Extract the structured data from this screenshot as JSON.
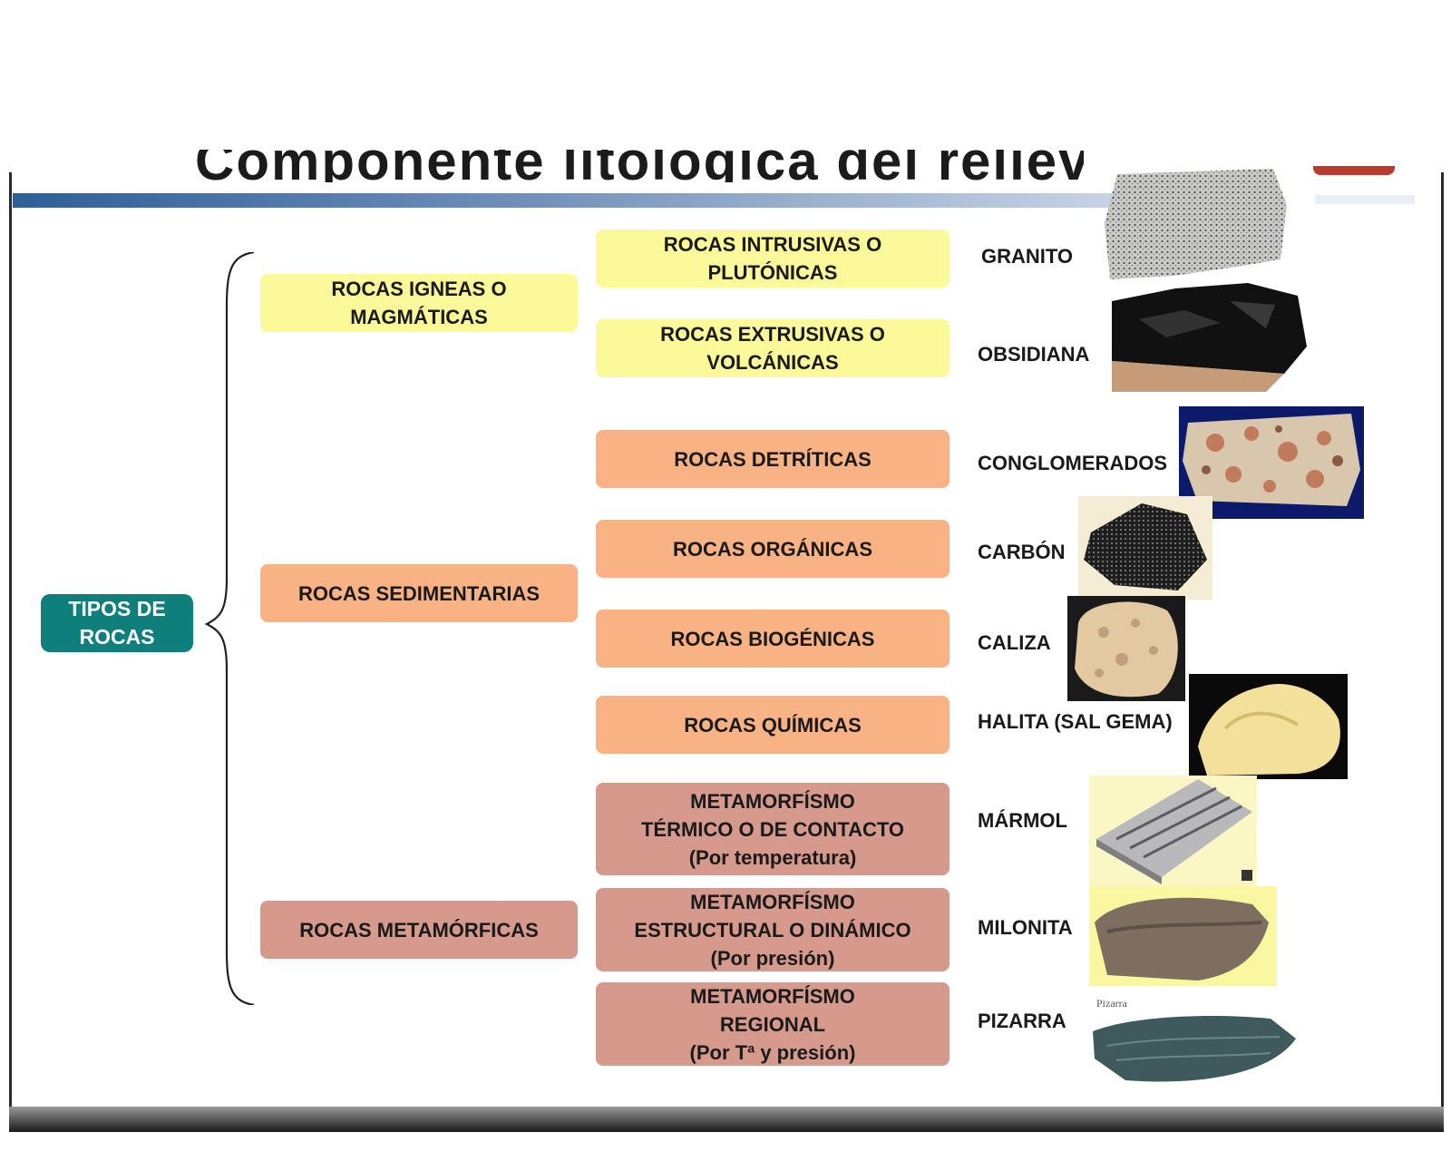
{
  "title": "Componente litológica del relieve",
  "root": "TIPOS DE\nROCAS",
  "groups": [
    {
      "label": "ROCAS IGNEAS O\nMAGMÁTICAS",
      "color": "#fbf99a",
      "subtypes": [
        {
          "label": "ROCAS INTRUSIVAS O\nPLUTÓNICAS",
          "example": "GRANITO",
          "image": "granite"
        },
        {
          "label": "ROCAS EXTRUSIVAS O\nVOLCÁNICAS",
          "example": "OBSIDIANA",
          "image": "obsidian"
        }
      ]
    },
    {
      "label": "ROCAS SEDIMENTARIAS",
      "color": "#f8b283",
      "subtypes": [
        {
          "label": "ROCAS DETRÍTICAS",
          "example": "CONGLOMERADOS",
          "image": "conglomerate"
        },
        {
          "label": "ROCAS ORGÁNICAS",
          "example": "CARBÓN",
          "image": "coal"
        },
        {
          "label": "ROCAS BIOGÉNICAS",
          "example": "CALIZA",
          "image": "limestone"
        },
        {
          "label": "ROCAS QUÍMICAS",
          "example": "HALITA (SAL GEMA)",
          "image": "halite"
        }
      ]
    },
    {
      "label": "ROCAS METAMÓRFICAS",
      "color": "#d59a8b",
      "subtypes": [
        {
          "label": "METAMORFÍSMO\nTÉRMICO O DE CONTACTO\n(Por temperatura)",
          "example": "MÁRMOL",
          "image": "marble"
        },
        {
          "label": "METAMORFÍSMO\nESTRUCTURAL O DINÁMICO\n(Por presión)",
          "example": "MILONITA",
          "image": "mylonite"
        },
        {
          "label": "METAMORFÍSMO\nREGIONAL\n(Por Tª y presión)",
          "example": "PIZARRA",
          "image": "slate",
          "photo_caption": "Pizarra"
        }
      ]
    }
  ]
}
